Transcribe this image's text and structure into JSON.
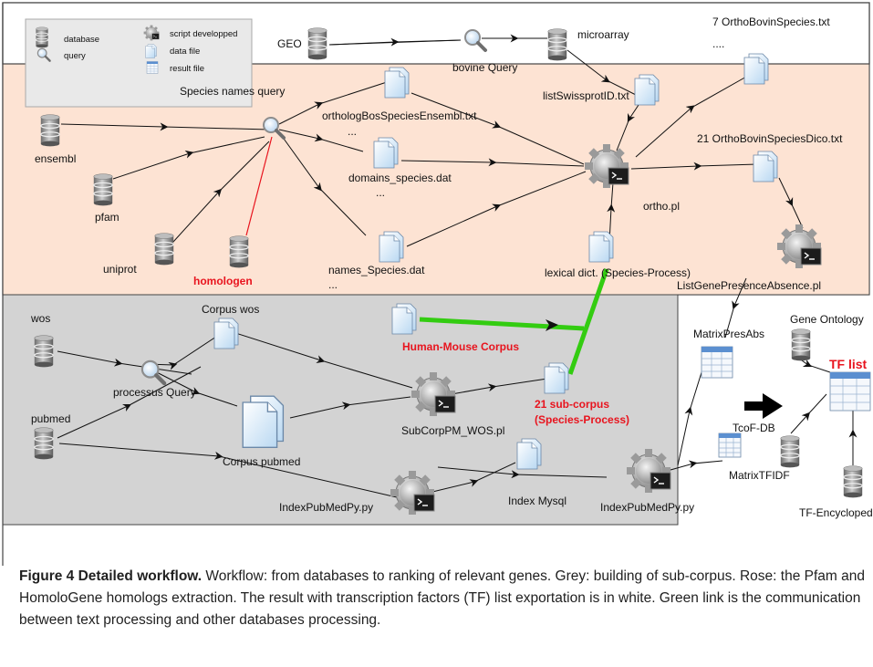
{
  "legend": {
    "database": "database",
    "query": "query",
    "script": "script developped",
    "data_file": "data file",
    "result_file": "result file"
  },
  "nodes": {
    "geo": "GEO",
    "bovine_query": "bovine Query",
    "microarray": "microarray",
    "list_swissprot": "listSwissprotID.txt",
    "ortho_bovin_species": "7 OrthoBovinSpecies.txt",
    "ortho_bovin_species_dots": "....",
    "species_names_query": "Species names query",
    "ortholog_bos": "orthologBosSpeciesEnsembl.txt",
    "dots1": "...",
    "ortho_bovin_dico": "21 OrthoBovinSpeciesDico.txt",
    "ensembl": "ensembl",
    "domains_species": "domains_species.dat",
    "dots2": "...",
    "ortho_pl": "ortho.pl",
    "pfam": "pfam",
    "uniprot": "uniprot",
    "homologen": "homologen",
    "names_species": "names_Species.dat",
    "dots3": "...",
    "lexical_dict": "lexical dict. (Species-Process)",
    "list_gene_presence": "ListGenePresenceAbsence.pl",
    "wos": "wos",
    "corpus_wos": "Corpus wos",
    "human_mouse": "Human-Mouse Corpus",
    "matrix_pres_abs": "MatrixPresAbs",
    "gene_ontology": "Gene Ontology",
    "tf_list": "TF list",
    "processus_query": "processus Query",
    "pubmed": "pubmed",
    "subcorp_pl": "SubCorpPM_WOS.pl",
    "sub_corpus_line1": "21 sub-corpus",
    "sub_corpus_line2": "(Species-Process)",
    "corpus_pubmed": "Corpus pubmed",
    "tcof_db": "TcoF-DB",
    "matrix_tfidf": "MatrixTFIDF",
    "index_pubmed_1": "IndexPubMedPy.py",
    "index_mysql": "Index Mysql",
    "index_pubmed_2": "IndexPubMedPy.py",
    "tf_encyclopedia": "TF-Encyclopedia"
  },
  "colors": {
    "rose_panel": "#fde3d3",
    "grey_panel": "#d3d3d3",
    "green_link": "#33cc11",
    "red_text": "#e8141e"
  },
  "caption": {
    "bold": "Figure 4 Detailed workflow.",
    "text": " Workflow: from databases to ranking of relevant genes. Grey: building of sub-corpus. Rose: the Pfam and HomoloGene homologs extraction. The result with transcription factors (TF) list exportation is in white. Green link is the communication between text processing and other databases processing."
  }
}
